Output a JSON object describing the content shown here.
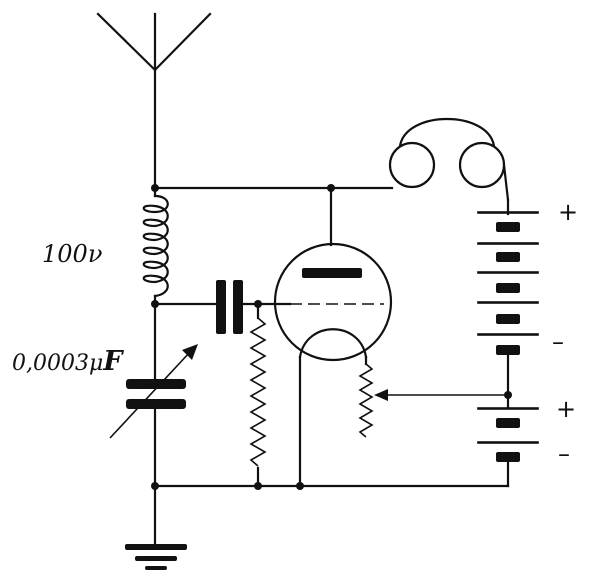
{
  "labels": {
    "inductor": "100",
    "inductor_unit": "ν",
    "capacitor": "0,0003μ",
    "capacitor_unit": "F"
  },
  "battery_signs": {
    "high_tension_positive": "+",
    "high_tension_negative": "–",
    "low_tension_positive": "+",
    "low_tension_negative": "–"
  },
  "colors": {
    "ink": "#111111",
    "paper": "#ffffff"
  }
}
